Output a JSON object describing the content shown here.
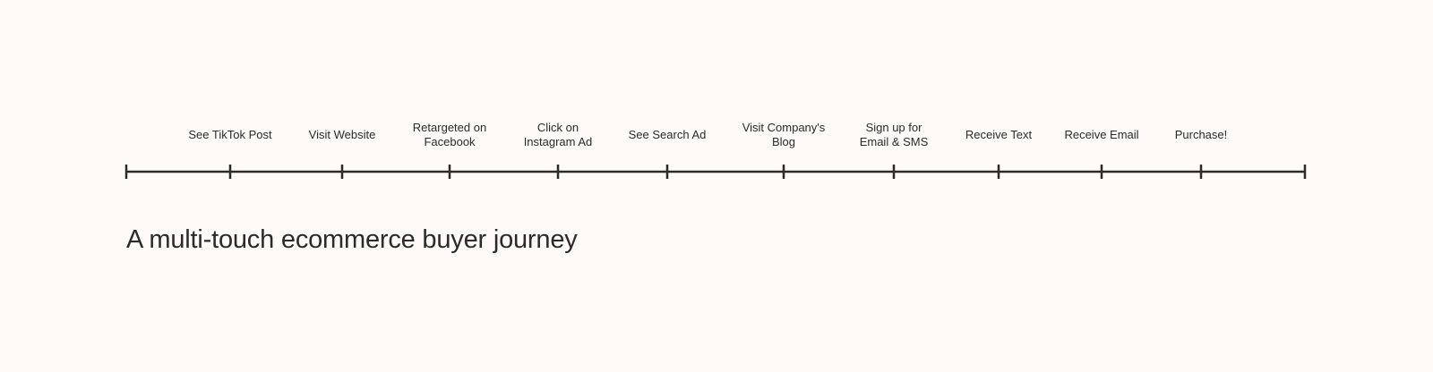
{
  "caption": "A multi-touch ecommerce buyer journey",
  "touchpoints": [
    {
      "label": [
        "See TikTok Post"
      ]
    },
    {
      "label": [
        "Visit Website"
      ]
    },
    {
      "label": [
        "Retargeted on",
        "Facebook"
      ]
    },
    {
      "label": [
        "Click on",
        "Instagram Ad"
      ]
    },
    {
      "label": [
        "See Search Ad"
      ]
    },
    {
      "label": [
        "Visit Company's",
        "Blog"
      ]
    },
    {
      "label": [
        "Sign up for",
        "Email & SMS"
      ]
    },
    {
      "label": [
        "Receive Text"
      ]
    },
    {
      "label": [
        "Receive Email"
      ]
    },
    {
      "label": [
        "Purchase!"
      ]
    }
  ],
  "colors": {
    "background": "#fdfaf7",
    "line": "#2b2b2b",
    "text": "#2b2b2b"
  }
}
